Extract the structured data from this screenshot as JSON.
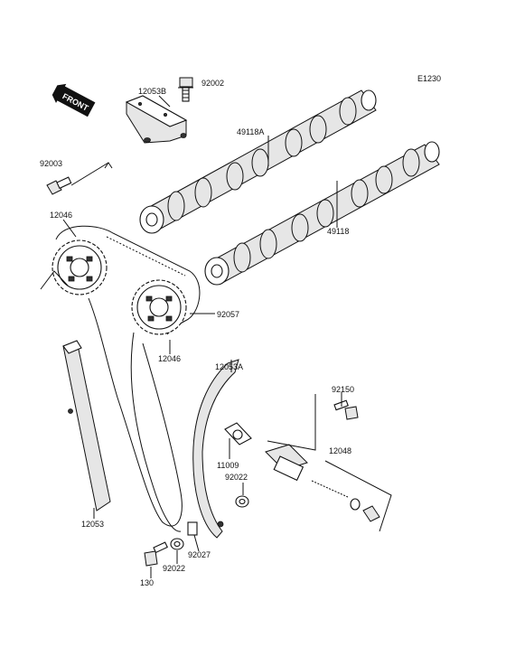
{
  "diagram_code": "E1230",
  "front_marker": "FRONT",
  "labels": {
    "p12053B": "12053B",
    "p92002": "92002",
    "p49118A": "49118A",
    "p92003": "92003",
    "p12046_top": "12046",
    "p49118": "49118",
    "p92057": "92057",
    "p12046_bottom": "12046",
    "p12053A": "12053A",
    "p92150": "92150",
    "p12048": "12048",
    "p11009": "11009",
    "p92022_right": "92022",
    "p12053": "12053",
    "p92027": "92027",
    "p92022_bottom": "92022",
    "p130": "130"
  }
}
